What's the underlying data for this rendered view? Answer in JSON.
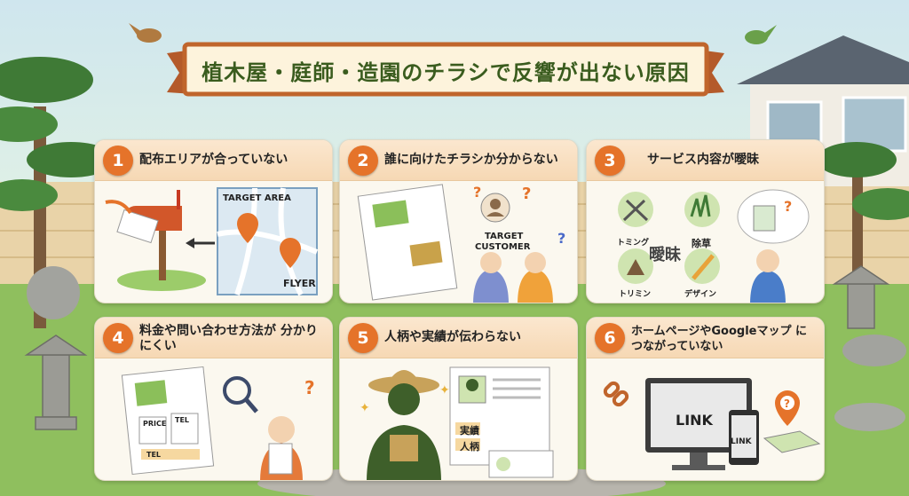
{
  "title": "植木屋・庭師・造園のチラシで反響が出ない原因",
  "cards": [
    {
      "num": "1",
      "title": "配布エリアが合っていない",
      "labels": {
        "area": "TARGET AREA",
        "flyer": "FLYER"
      }
    },
    {
      "num": "2",
      "title": "誰に向けたチラシか分からない",
      "labels": {
        "target": "TARGET",
        "customer": "CUSTOMER"
      }
    },
    {
      "num": "3",
      "title": "サービス内容が曖昧",
      "labels": {
        "a": "トミング",
        "b": "除草",
        "c": "トリミン",
        "d": "デザイン",
        "center": "曖昧"
      }
    },
    {
      "num": "4",
      "title": "料金や問い合わせ方法が 分かりにくい",
      "labels": {
        "price": "PRICE",
        "tel": "TEL",
        "tel2": "TEL"
      }
    },
    {
      "num": "5",
      "title": "人柄や実績が伝わらない",
      "labels": {
        "jisseki": "実績",
        "jinpei": "人柄"
      }
    },
    {
      "num": "6",
      "title": "ホームページやGoogleマップ につながっていない",
      "labels": {
        "link": "LINK",
        "link2": "LINK"
      }
    }
  ],
  "colors": {
    "accent": "#e5732a",
    "title": "#3a5c1e"
  }
}
